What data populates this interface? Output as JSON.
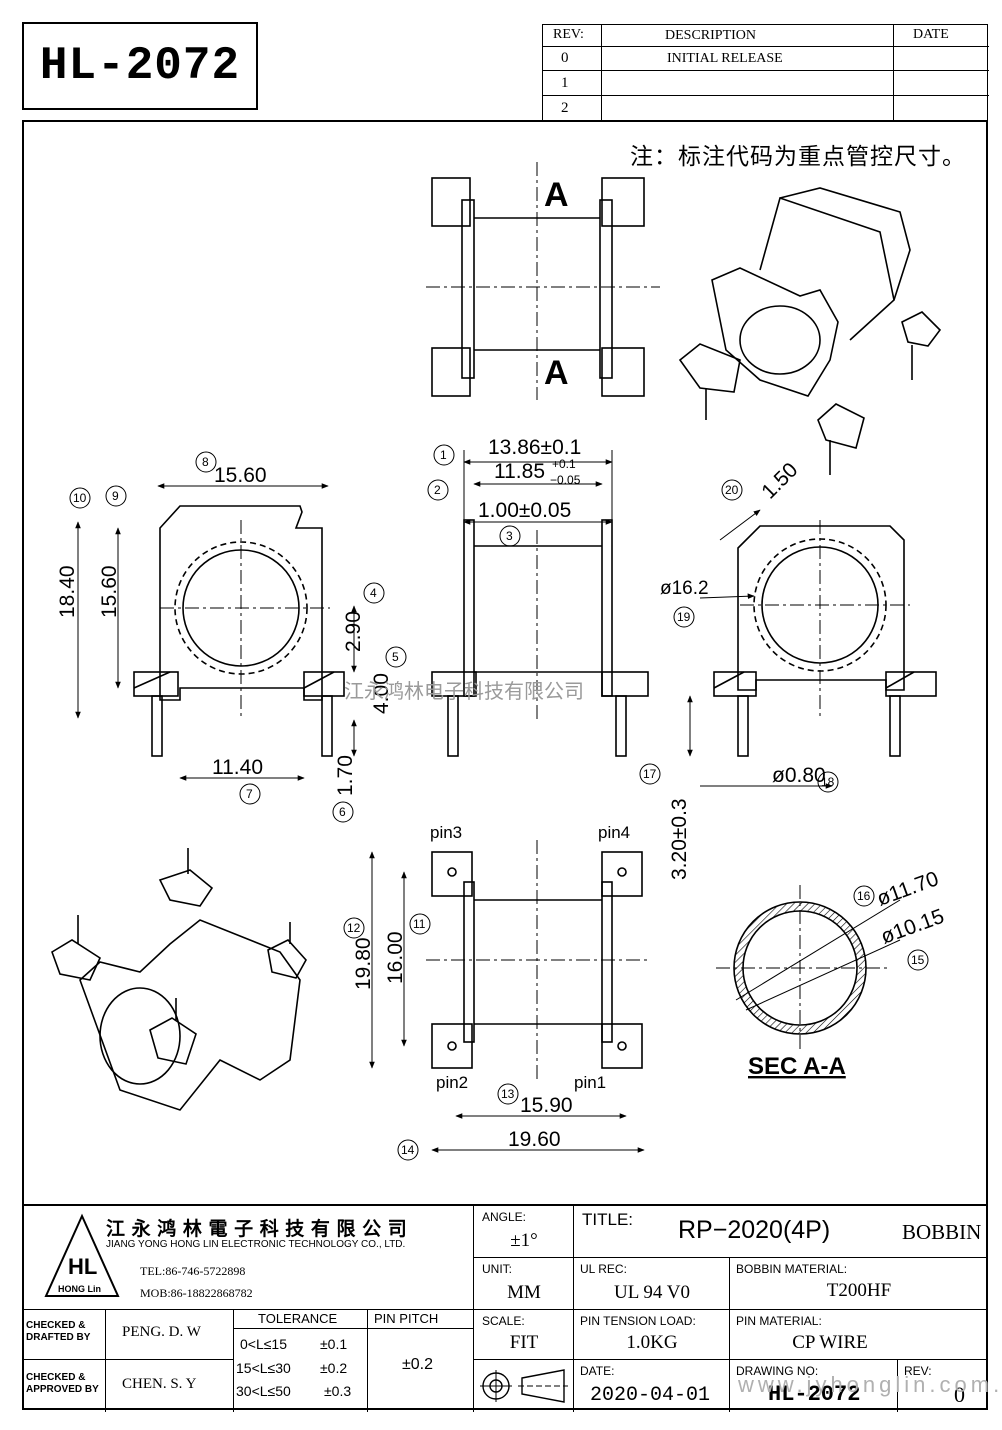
{
  "drawing_title": "HL-2072",
  "revision_table": {
    "headers": {
      "rev": "REV:",
      "description": "DESCRIPTION",
      "date": "DATE"
    },
    "rows": [
      {
        "rev": "0",
        "description": "INITIAL RELEASE",
        "date": ""
      },
      {
        "rev": "1",
        "description": "",
        "date": ""
      },
      {
        "rev": "2",
        "description": "",
        "date": ""
      }
    ]
  },
  "note": "注：标注代码为重点管控尺寸。",
  "section_label": "A",
  "section_caption": "SEC A-A",
  "watermark": "江永鸿林电子科技有限公司",
  "dimensions": {
    "d1": "13.86±0.1",
    "d2_base": "11.85",
    "d2_plus": "+0.1",
    "d2_minus": "−0.05",
    "d3": "1.00±0.05",
    "d4": "2.90",
    "d5": "4.00",
    "d6": "1.70",
    "d7": "11.40",
    "d8": "15.60",
    "d9": "15.60",
    "d10": "18.40",
    "d11": "16.00",
    "d12": "19.80",
    "d13": "15.90",
    "d14": "19.60",
    "d15": "ø10.15",
    "d16": "ø11.70",
    "d17": "3.20±0.3",
    "d18": "ø0.80",
    "d19": "ø16.2",
    "d20": "1.50"
  },
  "balloons": [
    "1",
    "2",
    "3",
    "4",
    "5",
    "6",
    "7",
    "8",
    "9",
    "10",
    "11",
    "12",
    "13",
    "14",
    "15",
    "16",
    "17",
    "18",
    "19",
    "20"
  ],
  "pins": {
    "pin1": "pin1",
    "pin2": "pin2",
    "pin3": "pin3",
    "pin4": "pin4"
  },
  "title_block": {
    "company_cn": "江 永 鸿 林 電 子 科 技 有 限 公 司",
    "company_en": "JIANG YONG HONG LIN ELECTRONIC TECHNOLOGY CO., LTD.",
    "tel": "TEL:86-746-5722898",
    "mob": "MOB:86-18822868782",
    "logo_text": "HL",
    "logo_sub": "HONG Lin",
    "angle_label": "ANGLE:",
    "angle_value": "±1°",
    "title_label": "TITLE:",
    "title_value": "RP−2020(4P)",
    "title_suffix": "BOBBIN",
    "unit_label": "UNIT:",
    "unit_value": "MM",
    "ulrec_label": "UL REC:",
    "ulrec_value": "UL 94 V0",
    "bobbin_mat_label": "BOBBIN MATERIAL:",
    "bobbin_mat_value": "T200HF",
    "checked_drafted_label": "CHECKED & DRAFTED BY",
    "checked_drafted_value": "PENG. D. W",
    "checked_approved_label": "CHECKED & APPROVED BY",
    "checked_approved_value": "CHEN. S. Y",
    "tolerance_label": "TOLERANCE",
    "tolerance_rows": [
      {
        "range": "0<L≤15",
        "tol": "±0.1"
      },
      {
        "range": "15<L≤30",
        "tol": "±0.2"
      },
      {
        "range": "30<L≤50",
        "tol": "±0.3"
      }
    ],
    "pin_pitch_label": "PIN PITCH",
    "pin_pitch_value": "±0.2",
    "scale_label": "SCALE:",
    "scale_value": "FIT",
    "pin_tension_label": "PIN TENSION LOAD:",
    "pin_tension_value": "1.0KG",
    "pin_material_label": "PIN MATERIAL:",
    "pin_material_value": "CP WIRE",
    "date_label": "DATE:",
    "date_value": "2020-04-01",
    "drawing_no_label": "DRAWING NO:",
    "drawing_no_value": "HL-2072",
    "rev_label": "REV:",
    "rev_value": "0",
    "website": "www.jyhonglin.com.cn"
  }
}
